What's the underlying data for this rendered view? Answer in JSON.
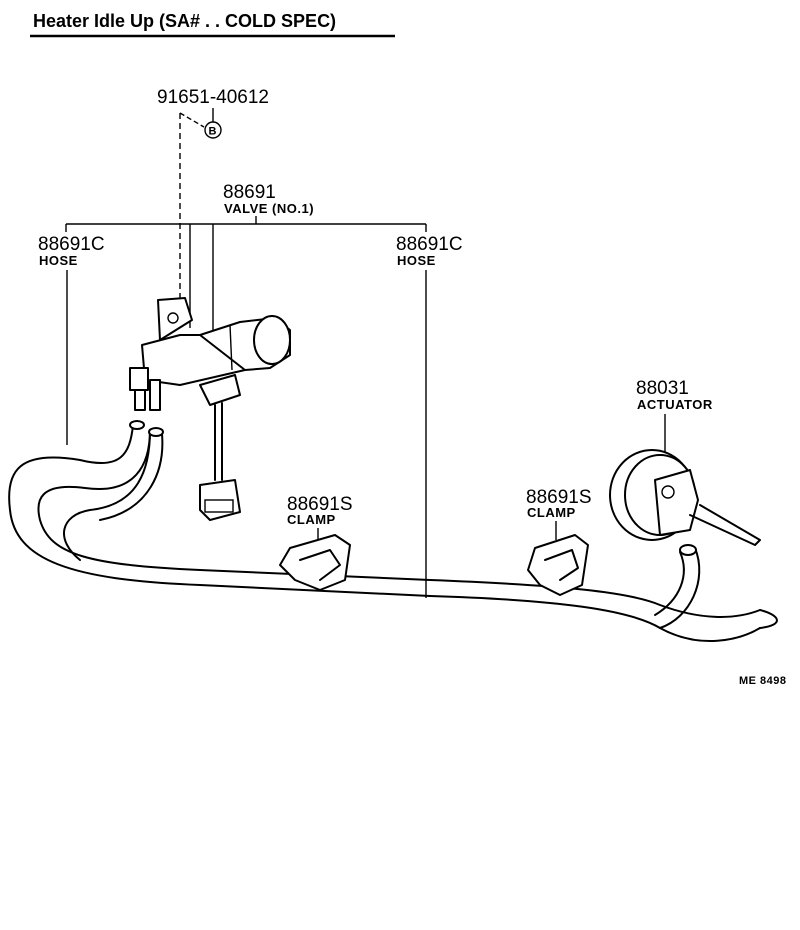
{
  "title": "Heater Idle Up (SA# . . COLD SPEC)",
  "code": "ME 8498",
  "parts": {
    "bolt": {
      "number": "91651-40612",
      "marker": "B"
    },
    "valve": {
      "number": "88691",
      "description": "VALVE (NO.1)"
    },
    "hose_left": {
      "number": "88691C",
      "description": "HOSE"
    },
    "hose_right": {
      "number": "88691C",
      "description": "HOSE"
    },
    "actuator": {
      "number": "88031",
      "description": "ACTUATOR"
    },
    "clamp_left": {
      "number": "88691S",
      "description": "CLAMP"
    },
    "clamp_right": {
      "number": "88691S",
      "description": "CLAMP"
    }
  }
}
